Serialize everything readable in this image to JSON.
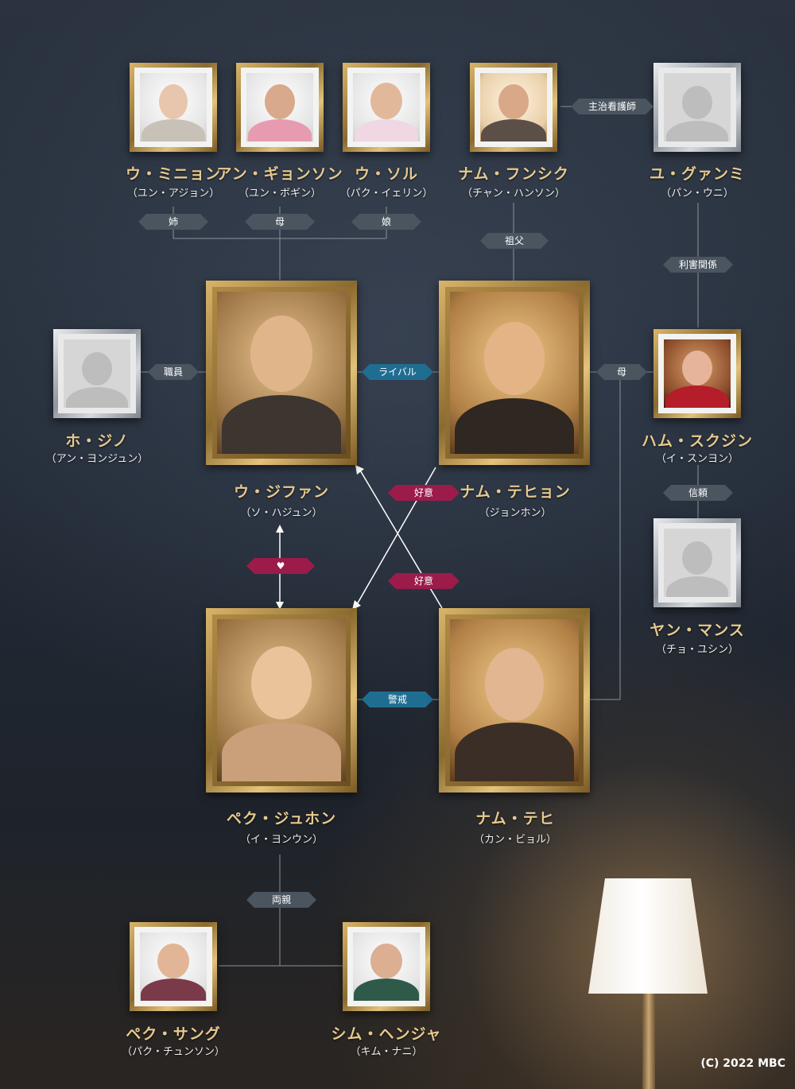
{
  "characters": {
    "wu_minyon": {
      "name": "ウ・ミニョン",
      "actor": "（ユン・アジョン）"
    },
    "an_gyonson": {
      "name": "アン・ギョンソン",
      "actor": "（ユン・ボギン）"
    },
    "wu_sol": {
      "name": "ウ・ソル",
      "actor": "（パク・イェリン）"
    },
    "nam_funshik": {
      "name": "ナム・フンシク",
      "actor": "（チャン・ハンソン）"
    },
    "yu_gwanmi": {
      "name": "ユ・グァンミ",
      "actor": "（パン・ウニ）"
    },
    "ho_jino": {
      "name": "ホ・ジノ",
      "actor": "（アン・ヨンジュン）"
    },
    "wu_jifan": {
      "name": "ウ・ジファン",
      "actor": "（ソ・ハジュン）"
    },
    "nam_tehyon": {
      "name": "ナム・テヒョン",
      "actor": "（ジョンホン）"
    },
    "ham_sukjin": {
      "name": "ハム・スクジン",
      "actor": "（イ・スンヨン）"
    },
    "yan_mansu": {
      "name": "ヤン・マンス",
      "actor": "（チョ・ユシン）"
    },
    "pek_juhon": {
      "name": "ペク・ジュホン",
      "actor": "（イ・ヨンウン）"
    },
    "nam_tehi": {
      "name": "ナム・テヒ",
      "actor": "（カン・ビョル）"
    },
    "pek_sangu": {
      "name": "ペク・サング",
      "actor": "（パク・チュンソン）"
    },
    "shim_henja": {
      "name": "シム・ヘンジャ",
      "actor": "（キム・ナニ）"
    }
  },
  "relations": {
    "sister": "姉",
    "mother1": "母",
    "daughter": "娘",
    "grandfather": "祖父",
    "nurse": "主治看護師",
    "interest": "利害関係",
    "employee": "職員",
    "rival": "ライバル",
    "mother2": "母",
    "liking1": "好意",
    "heart": "♥",
    "liking2": "好意",
    "trust": "信頼",
    "caution": "警戒",
    "parents": "両親"
  },
  "colors": {
    "name": "#e7c98f",
    "label_grey": "#4a5560",
    "label_blue": "#1f6e92",
    "label_red": "#9c1b4b"
  },
  "copyright": "(C) 2022 MBC"
}
